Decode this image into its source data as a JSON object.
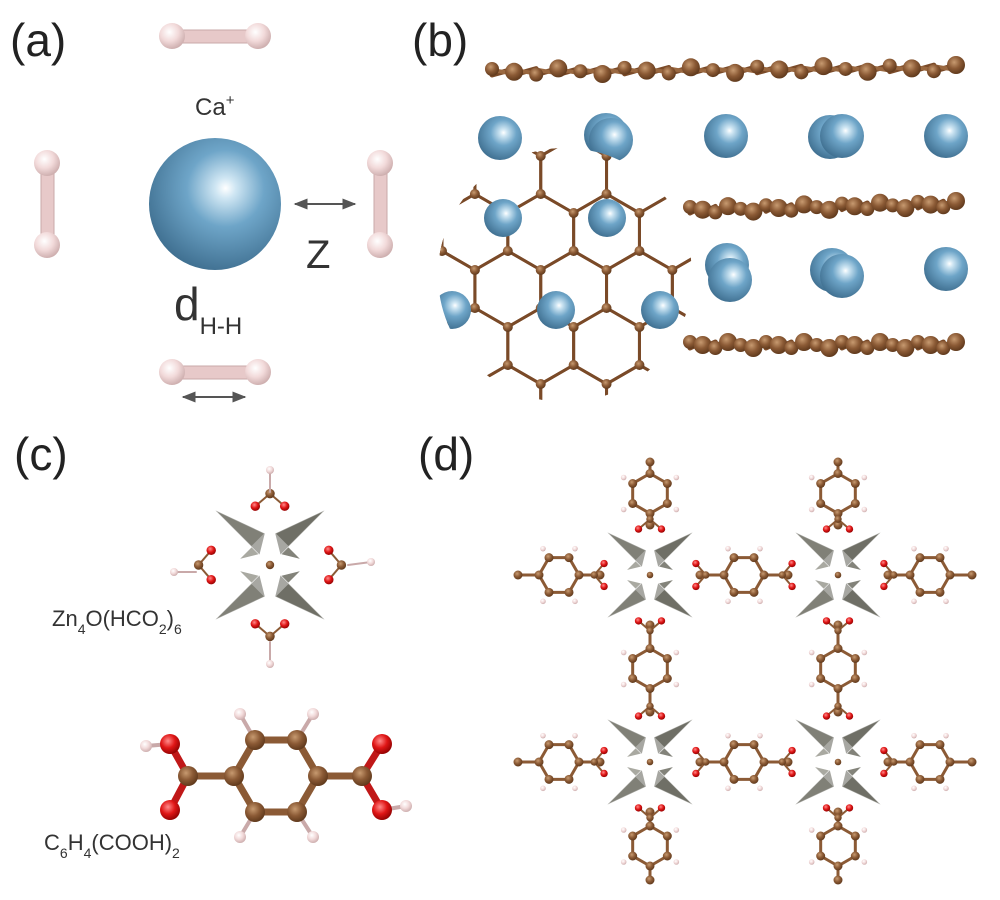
{
  "panels": {
    "a": {
      "label": "(a)",
      "ion": "Ca",
      "ion_charge": "+",
      "z_label": "Z",
      "d_main": "d",
      "d_sub": "H-H"
    },
    "b": {
      "label": "(b)"
    },
    "c": {
      "label": "(c)",
      "formula1": {
        "parts": [
          "Zn",
          "4",
          "O(HCO",
          "2",
          ")",
          "6"
        ]
      },
      "formula2": {
        "parts": [
          "C",
          "6",
          "H",
          "4",
          "(COOH)",
          "2"
        ]
      }
    },
    "d": {
      "label": "(d)"
    }
  },
  "colors": {
    "calcium": "#5b93b8",
    "carbon": "#8b5a35",
    "hydrogen": "#f0d6d6",
    "oxygen": "#d61a1a",
    "zinc_polyhedron": "#7c7c72",
    "arrow": "#555555"
  }
}
